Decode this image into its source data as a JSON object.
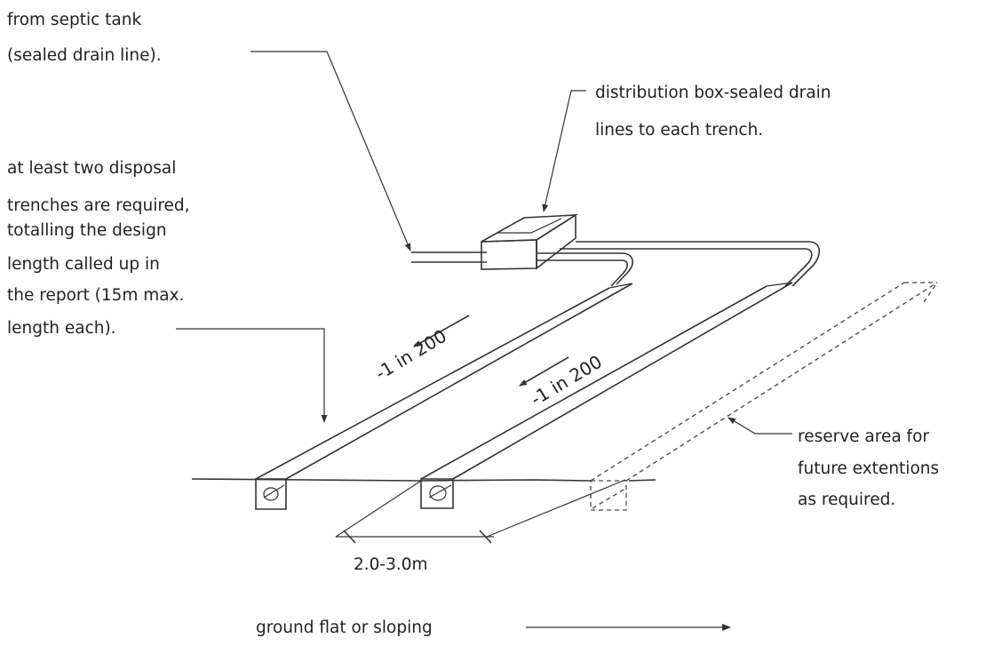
{
  "labels": {
    "septic_line1": "from septic tank",
    "septic_line2": "(sealed drain line).",
    "dist_line1": "distribution box-sealed drain",
    "dist_line2": "lines to each trench.",
    "req_line1": "at least two disposal",
    "req_line2": "trenches are required,",
    "req_line3": "totalling the design",
    "req_line4": "length called up in",
    "req_line5": "the report (15m max.",
    "req_line6": "length each).",
    "slope1": "-1 in 200",
    "slope2": "-1 in 200",
    "reserve_line1": "reserve area for",
    "reserve_line2": "future extentions",
    "reserve_line3": "as required.",
    "spacing": "2.0-3.0m",
    "ground": "ground flat or sloping"
  },
  "colors": {
    "ink": "#333333",
    "background": "#ffffff"
  }
}
